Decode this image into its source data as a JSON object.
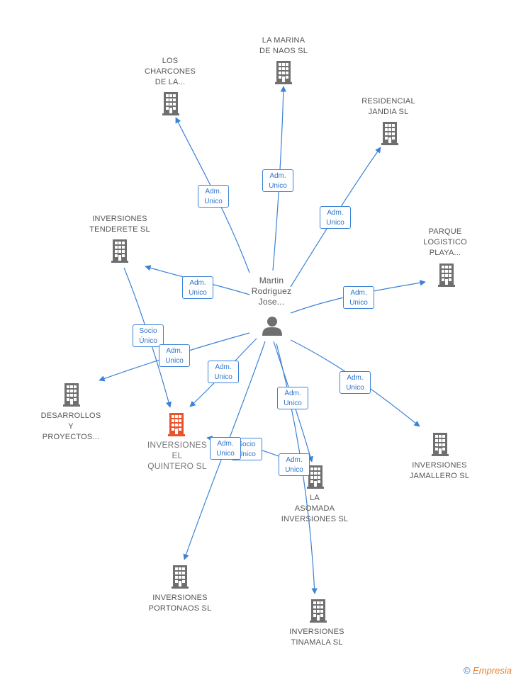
{
  "center": {
    "name_lines": [
      "Martin",
      "Rodriguez",
      "Jose..."
    ]
  },
  "nodes": [
    {
      "id": "marina",
      "lines": [
        "LA MARINA",
        "DE NAOS SL"
      ]
    },
    {
      "id": "charcones",
      "lines": [
        "LOS",
        "CHARCONES",
        "DE LA..."
      ]
    },
    {
      "id": "residencial",
      "lines": [
        "RESIDENCIAL",
        "JANDIA SL"
      ]
    },
    {
      "id": "tenderete",
      "lines": [
        "INVERSIONES",
        "TENDERETE SL"
      ]
    },
    {
      "id": "parque",
      "lines": [
        "PARQUE",
        "LOGISTICO",
        "PLAYA..."
      ]
    },
    {
      "id": "desarrollos",
      "lines": [
        "DESARROLLOS",
        "Y",
        "PROYECTOS..."
      ]
    },
    {
      "id": "quintero",
      "lines": [
        "INVERSIONES",
        "EL",
        "QUINTERO SL"
      ]
    },
    {
      "id": "jamallero",
      "lines": [
        "INVERSIONES",
        "JAMALLERO SL"
      ]
    },
    {
      "id": "asomada",
      "lines": [
        "LA",
        "ASOMADA",
        "INVERSIONES SL"
      ]
    },
    {
      "id": "portonaos",
      "lines": [
        "INVERSIONES",
        "PORTONAOS SL"
      ]
    },
    {
      "id": "tinamala",
      "lines": [
        "INVERSIONES",
        "TINAMALA SL"
      ]
    }
  ],
  "edge_labels": [
    {
      "id": "e-marina",
      "lines": [
        "Adm.",
        "Unico"
      ]
    },
    {
      "id": "e-charcones",
      "lines": [
        "Adm.",
        "Unico"
      ]
    },
    {
      "id": "e-residencial",
      "lines": [
        "Adm.",
        "Unico"
      ]
    },
    {
      "id": "e-tenderete",
      "lines": [
        "Adm.",
        "Unico"
      ]
    },
    {
      "id": "e-parque",
      "lines": [
        "Adm.",
        "Unico"
      ]
    },
    {
      "id": "e-socio-quintero",
      "lines": [
        "Socio",
        "Único"
      ]
    },
    {
      "id": "e-desarrollos",
      "lines": [
        "Adm.",
        "Unico"
      ]
    },
    {
      "id": "e-quintero",
      "lines": [
        "Adm.",
        "Unico"
      ]
    },
    {
      "id": "e-jamallero",
      "lines": [
        "Adm.",
        "Unico"
      ]
    },
    {
      "id": "e-asomada",
      "lines": [
        "Adm.",
        "Unico"
      ]
    },
    {
      "id": "e-socio-asomada",
      "lines": [
        "Socio",
        "Único"
      ]
    },
    {
      "id": "e-portonaos",
      "lines": [
        "Adm.",
        "Unico"
      ]
    },
    {
      "id": "e-tinamala",
      "lines": [
        "Adm.",
        "Unico"
      ]
    }
  ],
  "colors": {
    "edge": "#3b82d6",
    "building": "#6f6f6f",
    "highlight": "#e8532b",
    "person": "#6f6f6f"
  },
  "footer": {
    "symbol": "©",
    "brand": "Empresia"
  }
}
